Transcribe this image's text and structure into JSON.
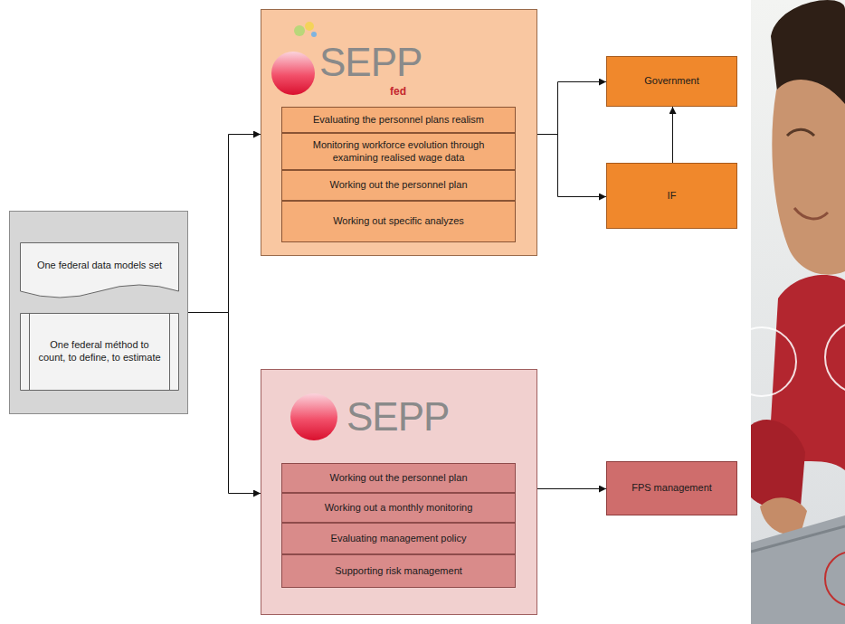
{
  "diagram": {
    "nodes": [
      {
        "text": []
      },
      {
        "text": [
          "One federal data models set"
        ],
        "in": 0
      },
      {
        "text": [
          "One federal méthod to count, to define, to estimate"
        ],
        "in": 0
      },
      {
        "text": [
          "SEPP",
          "fed"
        ]
      },
      {
        "text": [
          "Evaluating the personnel plans realism"
        ],
        "in": 3
      },
      {
        "text": [
          "Monitoring workforce evolution through examining realised wage data"
        ],
        "in": 3
      },
      {
        "text": [
          "Working out the personnel plan"
        ],
        "in": 3
      },
      {
        "text": [
          "Working out specific analyzes"
        ],
        "in": 3
      },
      {
        "text": [
          "Government"
        ]
      },
      {
        "text": [
          "IF"
        ]
      },
      {
        "text": [
          "SEPP"
        ]
      },
      {
        "text": [
          "Working out the personnel plan"
        ],
        "in": 10
      },
      {
        "text": [
          "Working out a monthly monitoring"
        ],
        "in": 10
      },
      {
        "text": [
          "Evaluating management policy"
        ],
        "in": 10
      },
      {
        "text": [
          "Supporting risk management"
        ],
        "in": 10
      },
      {
        "text": [
          "FPS management"
        ]
      }
    ],
    "edges": [
      {
        "from": 0,
        "to": 3,
        "arrow": "to"
      },
      {
        "from": 0,
        "to": 10,
        "arrow": "to"
      },
      {
        "from": 3,
        "to": 8,
        "arrow": "to"
      },
      {
        "from": 3,
        "to": 9,
        "arrow": "to"
      },
      {
        "from": 9,
        "to": 8,
        "arrow": "to"
      },
      {
        "from": 10,
        "to": 15,
        "arrow": "to"
      }
    ]
  }
}
